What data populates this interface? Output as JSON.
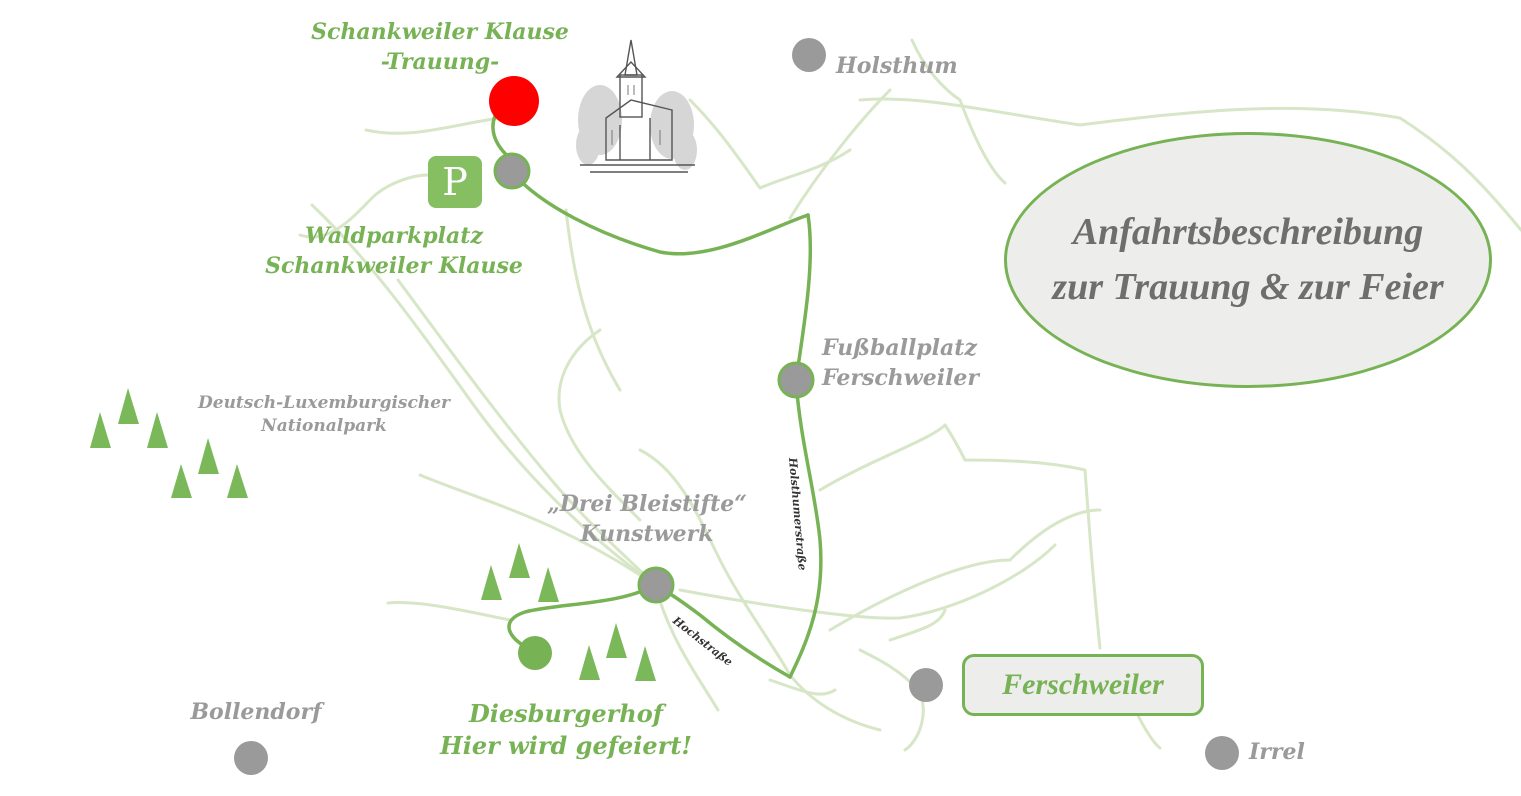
{
  "title": {
    "line1": "Anfahrtsbeschreibung",
    "line2": "zur Trauung & zur Feier"
  },
  "places": {
    "klause_name": "Schankweiler Klause",
    "klause_sub": "-Trauung-",
    "parking_letter": "P",
    "parking_line1": "Waldparkplatz",
    "parking_line2": "Schankweiler Klause",
    "holsthum": "Holsthum",
    "fussball_line1": "Fußballplatz",
    "fussball_line2": "Ferschweiler",
    "nationalpark_line1": "Deutsch-Luxemburgischer",
    "nationalpark_line2": "Nationalpark",
    "kunstwerk_line1": "„Drei Bleistifte“",
    "kunstwerk_line2": "Kunstwerk",
    "diesburgerhof_line1": "Diesburgerhof",
    "diesburgerhof_line2": "Hier wird gefeiert!",
    "bollendorf": "Bollendorf",
    "ferschweiler": "Ferschweiler",
    "irrel": "Irrel"
  },
  "roads": {
    "holsthumer": "Holsthumerstraße",
    "hoch": "Hochstraße"
  },
  "colors": {
    "route_green": "#77b255",
    "minor_road": "#d6e6c6",
    "marker_gray": "#9a9a9a",
    "wedding_red": "#ff0000",
    "tree_green": "#7ab85a"
  }
}
